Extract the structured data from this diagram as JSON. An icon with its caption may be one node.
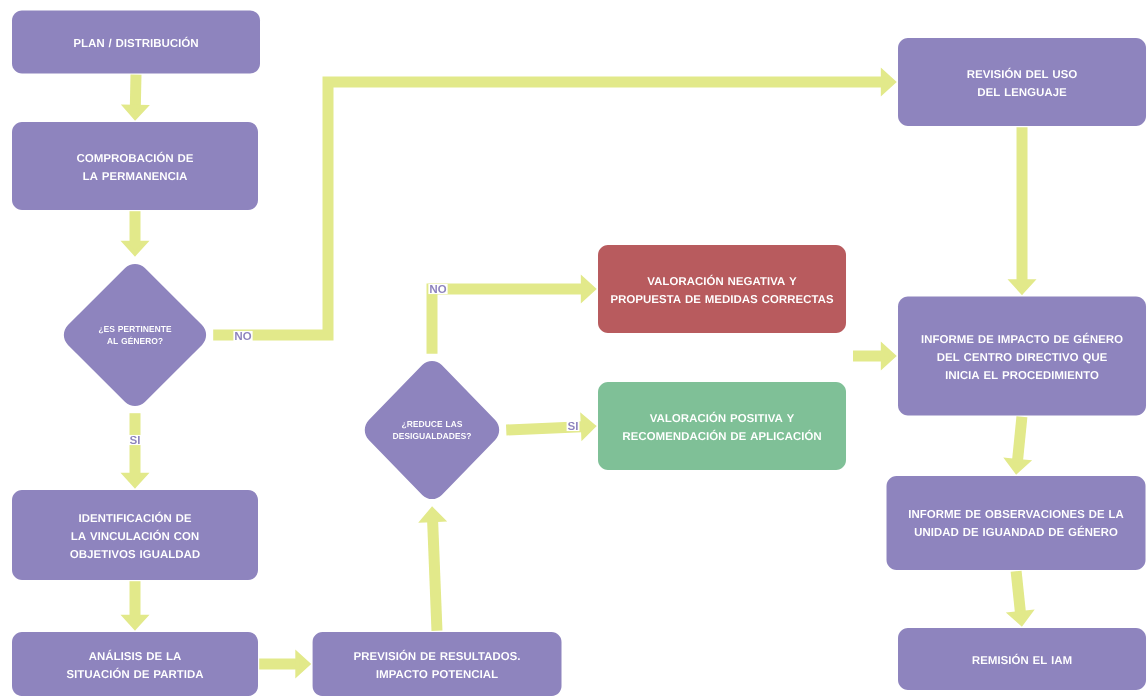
{
  "diagram": {
    "nodes": [
      {
        "text": [
          "PLAN / DISTRIBUCIÓN"
        ]
      },
      {
        "text": [
          "COMPROBACIÓN DE LA PERMANENCIA"
        ]
      },
      {
        "text": [
          "¿ES PERTINENTE AL GÉNERO?"
        ]
      },
      {
        "text": [
          "IDENTIFICACIÓN DE LA VINCULACIÓN CON OBJETIVOS IGUALDAD"
        ]
      },
      {
        "text": [
          "ANÁLISIS DE LA SITUACIÓN DE PARTIDA"
        ]
      },
      {
        "text": [
          "PREVISIÓN DE RESULTADOS. IMPACTO POTENCIAL"
        ]
      },
      {
        "text": [
          "¿REDUCE LAS DESIGUALDADES?"
        ]
      },
      {
        "text": [
          "VALORACIÓN NEGATIVA Y PROPUESTA DE MEDIDAS CORRECTAS"
        ]
      },
      {
        "text": [
          "VALORACIÓN POSITIVA Y RECOMENDACIÓN DE APLICACIÓN"
        ]
      },
      {
        "text": [
          "REVISIÓN DEL USO DEL LENGUAJE"
        ]
      },
      {
        "text": [
          "INFORME DE IMPACTO DE GÉNERO DEL CENTRO DIRECTIVO QUE INICIA EL PROCEDIMIENTO"
        ]
      },
      {
        "text": [
          "INFORME DE OBSERVACIONES DE LA UNIDAD DE IGUANDAD DE GÉNERO"
        ]
      },
      {
        "text": [
          "REMISIÓN EL IAM"
        ]
      }
    ],
    "edges": [
      {
        "from": 0,
        "to": 1,
        "arrow": "to"
      },
      {
        "from": 1,
        "to": 2,
        "arrow": "to"
      },
      {
        "from": 2,
        "to": 3,
        "arrow": "to",
        "label": "SI"
      },
      {
        "from": 2,
        "to": 9,
        "arrow": "to",
        "label": "NO"
      },
      {
        "from": 3,
        "to": 4,
        "arrow": "to"
      },
      {
        "from": 4,
        "to": 5,
        "arrow": "to"
      },
      {
        "from": 5,
        "to": 6,
        "arrow": "to"
      },
      {
        "from": 6,
        "to": 7,
        "arrow": "to",
        "label": "NO"
      },
      {
        "from": 6,
        "to": 8,
        "arrow": "to",
        "label": "SI"
      },
      {
        "from": null,
        "to": 10,
        "arrow": "to"
      },
      {
        "from": 9,
        "to": 10,
        "arrow": "to"
      },
      {
        "from": 10,
        "to": 11,
        "arrow": "to"
      },
      {
        "from": 11,
        "to": 12,
        "arrow": "to"
      }
    ]
  }
}
